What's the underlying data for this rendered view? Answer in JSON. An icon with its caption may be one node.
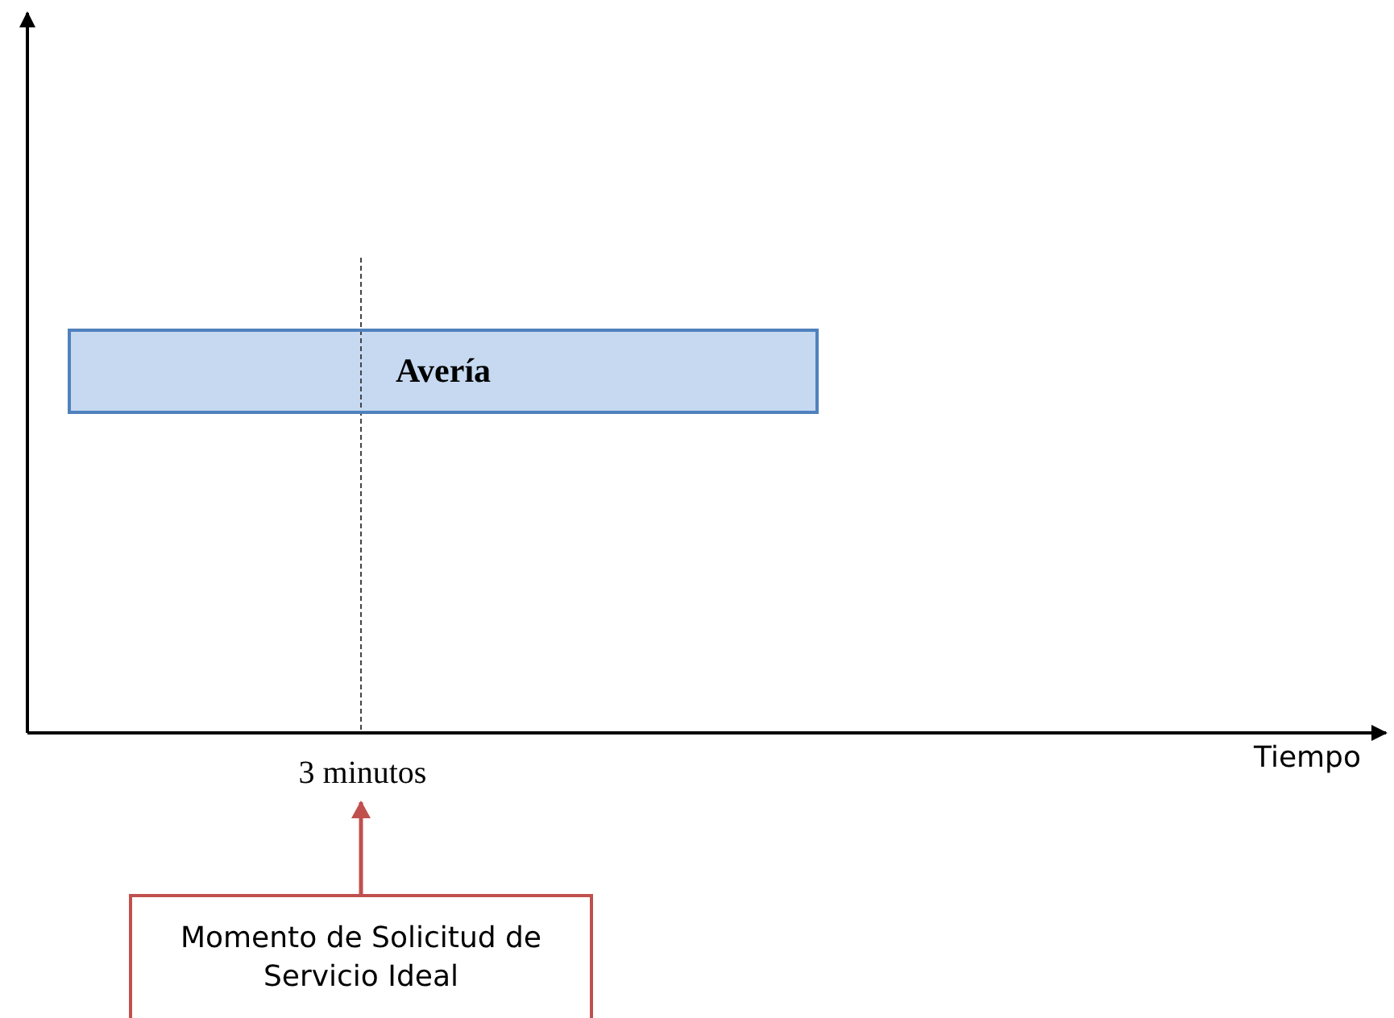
{
  "diagram": {
    "nodes": [
      {
        "text": [
          "Avería"
        ]
      },
      {
        "text": [
          "3 minutos"
        ]
      },
      {
        "text": [
          "Momento de Solicitud de Servicio Ideal"
        ]
      }
    ],
    "edges": [
      {
        "from": 2,
        "to": 1,
        "arrow": "to"
      }
    ],
    "labels": [
      "Tiempo"
    ]
  }
}
